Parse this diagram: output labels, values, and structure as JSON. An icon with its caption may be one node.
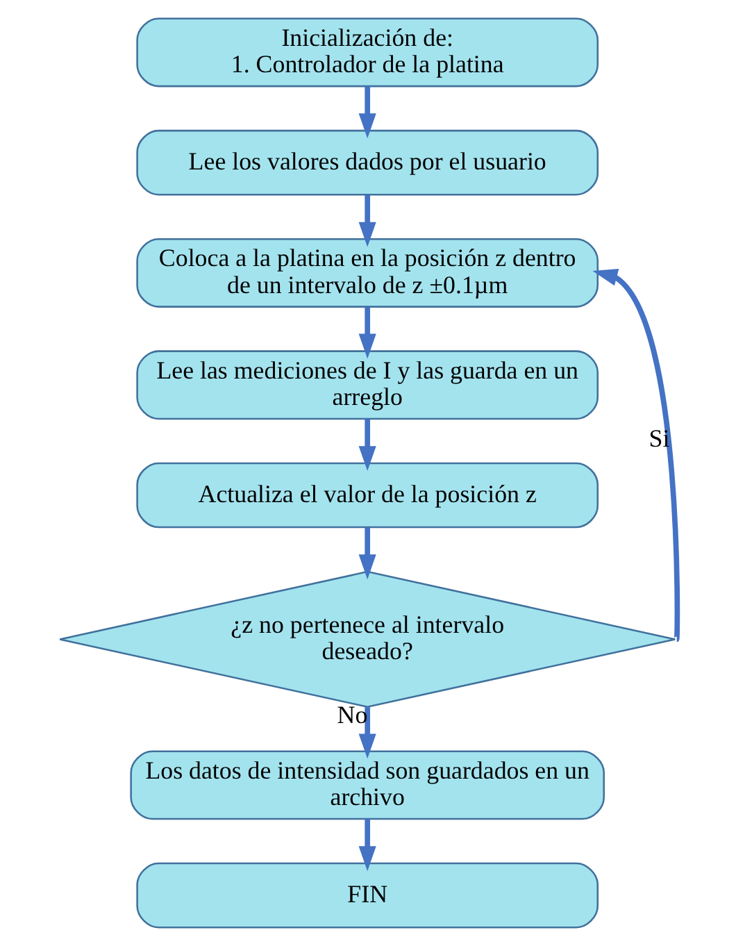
{
  "diagram": {
    "nodes": [
      {
        "text": [
          "Inicialización de:",
          "1. Controlador de la platina"
        ]
      },
      {
        "text": [
          "Lee los valores dados por el usuario"
        ]
      },
      {
        "text": [
          "Coloca a la platina en la posición z dentro de un intervalo de z ±0.1µm"
        ]
      },
      {
        "text": [
          "Lee las mediciones de I y las guarda en un arreglo"
        ]
      },
      {
        "text": [
          "Actualiza el valor de la posición z"
        ]
      },
      {
        "text": [
          "¿z no pertenece al intervalo deseado?"
        ]
      },
      {
        "text": [
          "Los datos de intensidad son guardados en un archivo"
        ]
      },
      {
        "text": [
          "FIN"
        ]
      }
    ],
    "edges": [
      {
        "from": 0,
        "to": 1,
        "arrow": "to"
      },
      {
        "from": 1,
        "to": 2,
        "arrow": "to"
      },
      {
        "from": 2,
        "to": 3,
        "arrow": "to"
      },
      {
        "from": 3,
        "to": 4,
        "arrow": "to"
      },
      {
        "from": 4,
        "to": 5,
        "arrow": "to"
      },
      {
        "from": 5,
        "to": 6,
        "arrow": "to",
        "label": "No"
      },
      {
        "from": 6,
        "to": 7,
        "arrow": "to"
      },
      {
        "from": 5,
        "to": 2,
        "arrow": "to",
        "label": "Si"
      }
    ]
  }
}
